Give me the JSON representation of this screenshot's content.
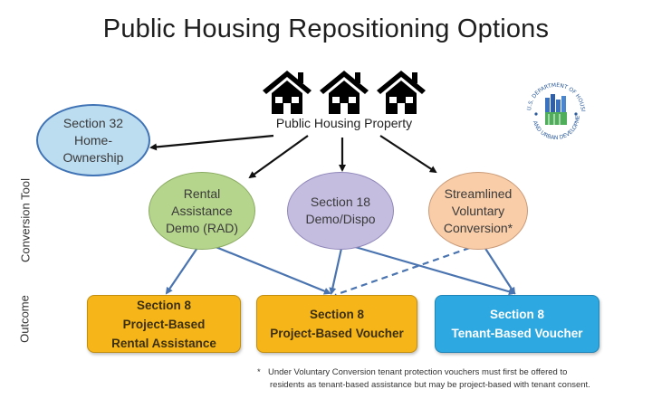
{
  "title": "Public Housing Repositioning Options",
  "source": {
    "label": "Public Housing Property",
    "icon": "three-houses-icon",
    "house_count": 3
  },
  "logo": {
    "name": "hud-seal-logo",
    "text": "U.S. DEPARTMENT OF HOUSING AND URBAN DEVELOPMENT"
  },
  "row_labels": {
    "conversion_tool": "Conversion Tool",
    "outcome": "Outcome"
  },
  "conversion_tools": [
    {
      "id": "section32",
      "label": "Section 32\nHome-\nOwnership",
      "fill": "#bcdcf0",
      "stroke": "#3f73b5"
    },
    {
      "id": "rad",
      "label": "Rental\nAssistance\nDemo (RAD)",
      "fill": "#b6d58c",
      "stroke": "#8aaa62"
    },
    {
      "id": "section18",
      "label": "Section 18\nDemo/Dispo",
      "fill": "#c5bde0",
      "stroke": "#8f86b8"
    },
    {
      "id": "svc",
      "label": "Streamlined\nVoluntary\nConversion*",
      "fill": "#f9cda8",
      "stroke": "#c99a78"
    }
  ],
  "outcomes": [
    {
      "id": "pbra",
      "label": "Section 8\nProject-Based\nRental Assistance",
      "fill": "#f6b519",
      "text_color": "#3b2f10"
    },
    {
      "id": "pbv",
      "label": "Section 8\nProject-Based Voucher",
      "fill": "#f6b519",
      "text_color": "#3b2f10"
    },
    {
      "id": "tbv",
      "label": "Section 8\nTenant-Based Voucher",
      "fill": "#2ea8e0",
      "text_color": "#ffffff"
    }
  ],
  "edges": [
    {
      "from": "property",
      "to": "section32",
      "style": "solid",
      "color": "#111111"
    },
    {
      "from": "property",
      "to": "rad",
      "style": "solid",
      "color": "#111111"
    },
    {
      "from": "property",
      "to": "section18",
      "style": "solid",
      "color": "#111111"
    },
    {
      "from": "property",
      "to": "svc",
      "style": "solid",
      "color": "#111111"
    },
    {
      "from": "rad",
      "to": "pbra",
      "style": "solid",
      "color": "#4a74b0"
    },
    {
      "from": "rad",
      "to": "pbv",
      "style": "solid",
      "color": "#4a74b0"
    },
    {
      "from": "section18",
      "to": "pbv",
      "style": "solid",
      "color": "#4a74b0"
    },
    {
      "from": "section18",
      "to": "tbv",
      "style": "solid",
      "color": "#4a74b0"
    },
    {
      "from": "svc",
      "to": "tbv",
      "style": "solid",
      "color": "#4a74b0"
    },
    {
      "from": "svc",
      "to": "pbv",
      "style": "dashed",
      "color": "#4a74b0"
    }
  ],
  "footnote": {
    "marker": "*",
    "line1": "Under Voluntary Conversion tenant protection vouchers must first be offered to",
    "line2": "residents as tenant-based assistance but may be project-based with tenant consent."
  }
}
